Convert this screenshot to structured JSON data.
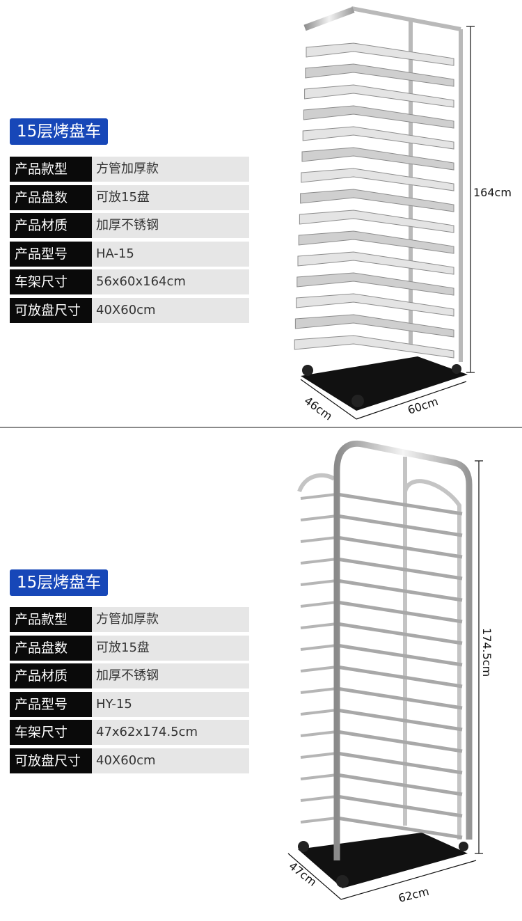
{
  "products": [
    {
      "title": "15层烤盘车",
      "specs": [
        {
          "label": "产品款型",
          "value": "方管加厚款"
        },
        {
          "label": "产品盘数",
          "value": "可放15盘"
        },
        {
          "label": "产品材质",
          "value": "加厚不锈钢"
        },
        {
          "label": "产品型号",
          "value": "HA-15"
        },
        {
          "label": "车架尺寸",
          "value": "56x60x164cm"
        },
        {
          "label": "可放盘尺寸",
          "value": "40X60cm"
        }
      ],
      "dimensions": {
        "height": "164cm",
        "width": "60cm",
        "depth": "46cm"
      }
    },
    {
      "title": "15层烤盘车",
      "specs": [
        {
          "label": "产品款型",
          "value": "方管加厚款"
        },
        {
          "label": "产品盘数",
          "value": "可放15盘"
        },
        {
          "label": "产品材质",
          "value": "加厚不锈钢"
        },
        {
          "label": "产品型号",
          "value": "HY-15"
        },
        {
          "label": "车架尺寸",
          "value": "47x62x174.5cm"
        },
        {
          "label": "可放盘尺寸",
          "value": "40X60cm"
        }
      ],
      "dimensions": {
        "height": "174.5cm",
        "width": "62cm",
        "depth": "47cm"
      }
    }
  ]
}
